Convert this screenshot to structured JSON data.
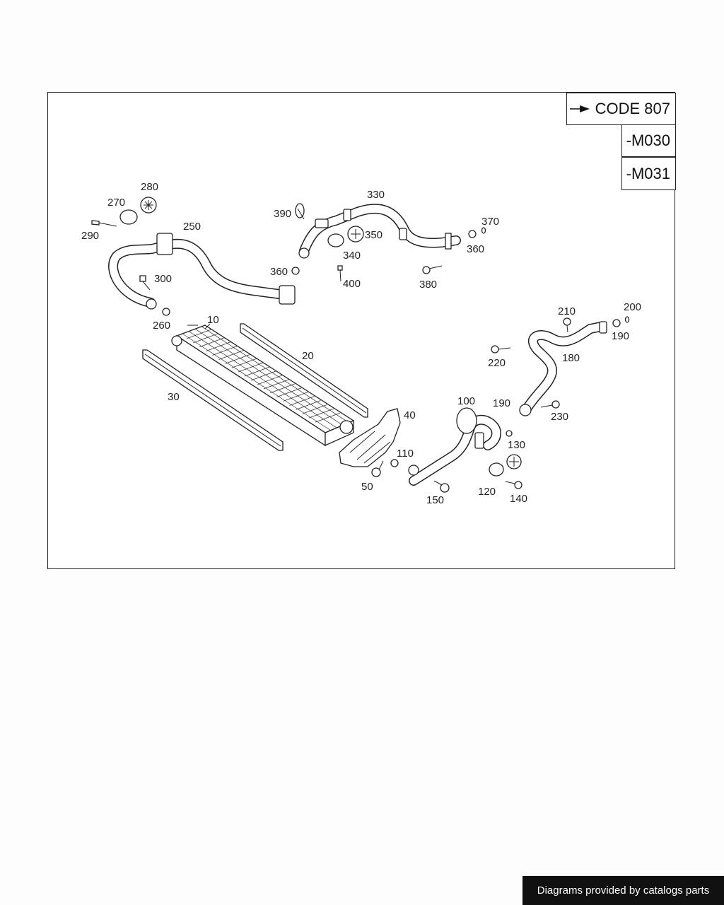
{
  "code_boxes": {
    "code": "CODE 807",
    "m030": "-M030",
    "m031": "-M031"
  },
  "labels": {
    "p10": "10",
    "p20": "20",
    "p30": "30",
    "p40": "40",
    "p50": "50",
    "p100": "100",
    "p110": "110",
    "p120": "120",
    "p130": "130",
    "p140": "140",
    "p150": "150",
    "p180": "180",
    "p190a": "190",
    "p190b": "190",
    "p200": "200",
    "p210": "210",
    "p220": "220",
    "p230": "230",
    "p250": "250",
    "p260": "260",
    "p270": "270",
    "p280": "280",
    "p290": "290",
    "p300": "300",
    "p330": "330",
    "p340": "340",
    "p350": "350",
    "p360a": "360",
    "p360b": "360",
    "p370": "370",
    "p380": "380",
    "p390": "390",
    "p400": "400"
  },
  "footer": "Diagrams provided by catalogs parts"
}
